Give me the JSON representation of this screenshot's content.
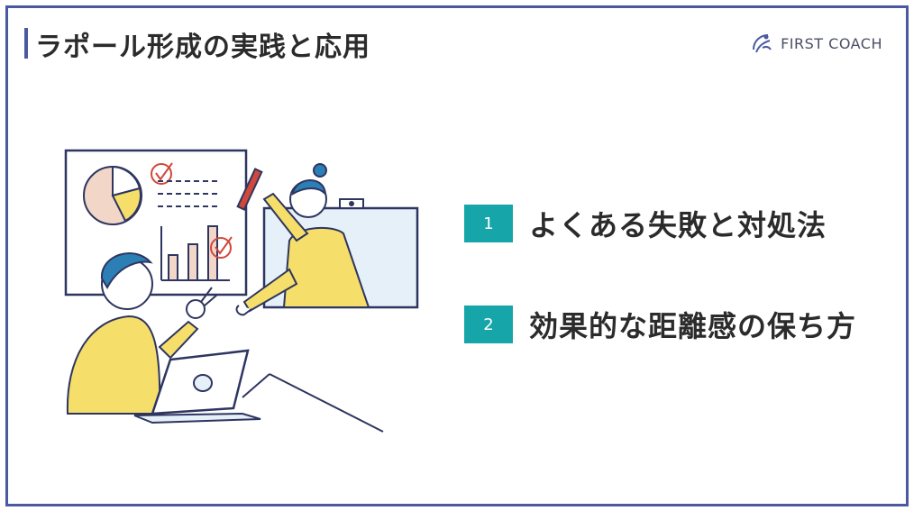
{
  "slide": {
    "title": "ラポール形成の実践と応用",
    "logo_text": "FIRST COACH"
  },
  "agenda": {
    "items": [
      {
        "number": "1",
        "label": "よくある失敗と対処法"
      },
      {
        "number": "2",
        "label": "効果的な距離感の保ち方"
      }
    ]
  },
  "colors": {
    "border": "#4b5aa0",
    "accent_teal": "#16a5a8",
    "illustration_yellow": "#f5df6a",
    "illustration_blue": "#2b7fb5",
    "illustration_red": "#d0483a",
    "illustration_navy": "#2e3560"
  }
}
